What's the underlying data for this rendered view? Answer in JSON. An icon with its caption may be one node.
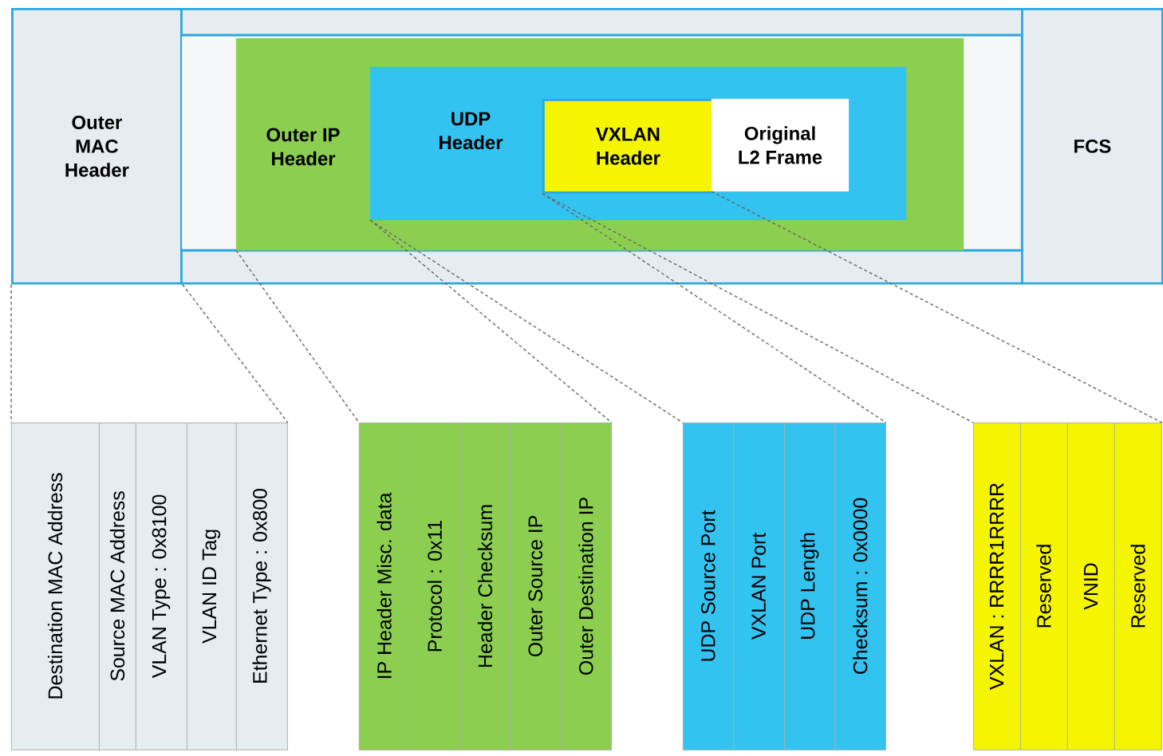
{
  "diagram": {
    "nodes": [
      {
        "text": [
          "Outer MAC Header"
        ]
      },
      {
        "text": [],
        "shape": "box"
      },
      {
        "text": [
          "Outer IP Header"
        ],
        "in": 1
      },
      {
        "text": [
          "UDP Header"
        ],
        "in": 2
      },
      {
        "text": [
          "VXLAN Header"
        ],
        "in": 3
      },
      {
        "text": [
          "Original L2 Frame"
        ],
        "in": 3
      },
      {
        "text": [
          "FCS"
        ]
      },
      {
        "text": [],
        "shape": "box"
      },
      {
        "text": [
          "Destination MAC Address"
        ],
        "in": 7
      },
      {
        "text": [
          "Source MAC Address"
        ],
        "in": 7
      },
      {
        "text": [
          "VLAN Type : 0x8100"
        ],
        "in": 7
      },
      {
        "text": [
          "VLAN ID Tag"
        ],
        "in": 7
      },
      {
        "text": [
          "Ethernet Type : 0x800"
        ],
        "in": 7
      },
      {
        "text": [],
        "shape": "box"
      },
      {
        "text": [
          "IP Header Misc. data"
        ],
        "in": 13
      },
      {
        "text": [
          "Protocol : 0x11"
        ],
        "in": 13
      },
      {
        "text": [
          "Header Checksum"
        ],
        "in": 13
      },
      {
        "text": [
          "Outer Source IP"
        ],
        "in": 13
      },
      {
        "text": [
          "Outer Destination IP"
        ],
        "in": 13
      },
      {
        "text": [],
        "shape": "box"
      },
      {
        "text": [
          "UDP Source Port"
        ],
        "in": 19
      },
      {
        "text": [
          "VXLAN Port"
        ],
        "in": 19
      },
      {
        "text": [
          "UDP Length"
        ],
        "in": 19
      },
      {
        "text": [
          "Checksum : 0x0000"
        ],
        "in": 19
      },
      {
        "text": [],
        "shape": "box"
      },
      {
        "text": [
          "VXLAN : RRRR1RRRR"
        ],
        "in": 24
      },
      {
        "text": [
          "Reserved"
        ],
        "in": 24
      },
      {
        "text": [
          "VNID"
        ],
        "in": 24
      },
      {
        "text": [
          "Reserved"
        ],
        "in": 24
      }
    ],
    "edges": [
      {
        "from": 0,
        "to": 7,
        "arrow": "none",
        "style": "dashed"
      },
      {
        "from": 0,
        "to": 7,
        "arrow": "none",
        "style": "dashed"
      },
      {
        "from": 2,
        "to": 13,
        "arrow": "none",
        "style": "dashed"
      },
      {
        "from": 3,
        "to": 13,
        "arrow": "none",
        "style": "dashed"
      },
      {
        "from": 3,
        "to": 19,
        "arrow": "none",
        "style": "dashed"
      },
      {
        "from": 4,
        "to": 19,
        "arrow": "none",
        "style": "dashed"
      },
      {
        "from": 4,
        "to": 24,
        "arrow": "none",
        "style": "dashed"
      },
      {
        "from": 5,
        "to": 24,
        "arrow": "none",
        "style": "dashed"
      }
    ]
  }
}
